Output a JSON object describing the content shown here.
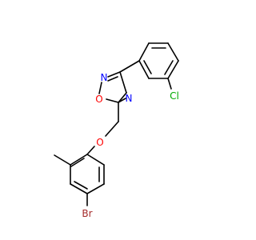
{
  "molecule": {
    "colors": {
      "bond": "#000000",
      "N": "#0000ff",
      "O": "#ff0000",
      "Cl": "#00aa00",
      "Br": "#a52a2a"
    },
    "labels": {
      "n2": "N",
      "o1": "O",
      "n4": "N",
      "o_ether": "O",
      "cl": "Cl",
      "br": "Br"
    }
  }
}
